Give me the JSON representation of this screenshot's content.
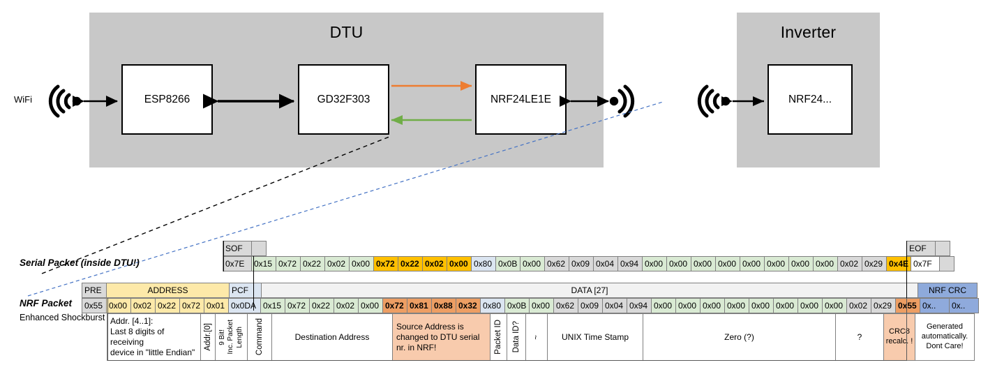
{
  "diagram": {
    "dtu": {
      "title": "DTU",
      "chips": [
        "ESP8266",
        "GD32F303",
        "NRF24LE1E"
      ],
      "wifi_label": "WiFi",
      "arrow_tx_color": "#ed7d31",
      "arrow_rx_color": "#70ad47"
    },
    "inverter": {
      "title": "Inverter",
      "chips": [
        "NRF24..."
      ]
    },
    "callout_serial_color": "#000000",
    "callout_nrf_color": "#4472c4"
  },
  "serial_packet": {
    "label": "Serial Packet (inside DTU!)",
    "header": {
      "sof": "SOF",
      "eof": "EOF"
    },
    "sof_value": "0x7E",
    "eof_value": "0x7F",
    "bytes": [
      {
        "v": "0x15",
        "c": "green",
        "b": false
      },
      {
        "v": "0x72",
        "c": "green",
        "b": false
      },
      {
        "v": "0x22",
        "c": "green",
        "b": false
      },
      {
        "v": "0x02",
        "c": "green",
        "b": false
      },
      {
        "v": "0x00",
        "c": "green",
        "b": false
      },
      {
        "v": "0x72",
        "c": "amber",
        "b": true
      },
      {
        "v": "0x22",
        "c": "amber",
        "b": true
      },
      {
        "v": "0x02",
        "c": "amber",
        "b": true
      },
      {
        "v": "0x00",
        "c": "amber",
        "b": true
      },
      {
        "v": "0x80",
        "c": "blue",
        "b": false
      },
      {
        "v": "0x0B",
        "c": "green",
        "b": false
      },
      {
        "v": "0x00",
        "c": "green",
        "b": false
      },
      {
        "v": "0x62",
        "c": "grey",
        "b": false
      },
      {
        "v": "0x09",
        "c": "grey",
        "b": false
      },
      {
        "v": "0x04",
        "c": "grey",
        "b": false
      },
      {
        "v": "0x94",
        "c": "grey",
        "b": false
      },
      {
        "v": "0x00",
        "c": "green",
        "b": false
      },
      {
        "v": "0x00",
        "c": "green",
        "b": false
      },
      {
        "v": "0x00",
        "c": "green",
        "b": false
      },
      {
        "v": "0x00",
        "c": "green",
        "b": false
      },
      {
        "v": "0x00",
        "c": "green",
        "b": false
      },
      {
        "v": "0x00",
        "c": "green",
        "b": false
      },
      {
        "v": "0x00",
        "c": "green",
        "b": false
      },
      {
        "v": "0x00",
        "c": "green",
        "b": false
      },
      {
        "v": "0x02",
        "c": "grey",
        "b": false
      },
      {
        "v": "0x29",
        "c": "grey",
        "b": false
      },
      {
        "v": "0x4E",
        "c": "amber",
        "b": true
      }
    ]
  },
  "nrf_packet": {
    "label": "NRF Packet",
    "sublabel": "Enhanced Shockburst",
    "headers": {
      "pre": "PRE",
      "address": "ADDRESS",
      "pcf": "PCF",
      "data": "DATA [27]",
      "nrf_crc": "NRF CRC"
    },
    "pre_value": "0x55",
    "address_values": [
      "0x00",
      "0x02",
      "0x22",
      "0x72",
      "0x01"
    ],
    "pcf_value": "0x0DA",
    "bytes": [
      {
        "v": "0x15",
        "c": "green",
        "b": false
      },
      {
        "v": "0x72",
        "c": "green",
        "b": false
      },
      {
        "v": "0x22",
        "c": "green",
        "b": false
      },
      {
        "v": "0x02",
        "c": "green",
        "b": false
      },
      {
        "v": "0x00",
        "c": "green",
        "b": false
      },
      {
        "v": "0x72",
        "c": "orange",
        "b": true
      },
      {
        "v": "0x81",
        "c": "orange",
        "b": true
      },
      {
        "v": "0x88",
        "c": "orange",
        "b": true
      },
      {
        "v": "0x32",
        "c": "orange",
        "b": true
      },
      {
        "v": "0x80",
        "c": "blue",
        "b": false
      },
      {
        "v": "0x0B",
        "c": "green",
        "b": false
      },
      {
        "v": "0x00",
        "c": "green",
        "b": false
      },
      {
        "v": "0x62",
        "c": "grey",
        "b": false
      },
      {
        "v": "0x09",
        "c": "grey",
        "b": false
      },
      {
        "v": "0x04",
        "c": "grey",
        "b": false
      },
      {
        "v": "0x94",
        "c": "grey",
        "b": false
      },
      {
        "v": "0x00",
        "c": "green",
        "b": false
      },
      {
        "v": "0x00",
        "c": "green",
        "b": false
      },
      {
        "v": "0x00",
        "c": "green",
        "b": false
      },
      {
        "v": "0x00",
        "c": "green",
        "b": false
      },
      {
        "v": "0x00",
        "c": "green",
        "b": false
      },
      {
        "v": "0x00",
        "c": "green",
        "b": false
      },
      {
        "v": "0x00",
        "c": "green",
        "b": false
      },
      {
        "v": "0x00",
        "c": "green",
        "b": false
      },
      {
        "v": "0x02",
        "c": "grey",
        "b": false
      },
      {
        "v": "0x29",
        "c": "grey",
        "b": false
      },
      {
        "v": "0x55",
        "c": "orange",
        "b": true
      }
    ],
    "crc_values": [
      "0x..",
      "0x.."
    ],
    "descriptions": {
      "address": "Addr. [4..1]:\nLast 8 digits of receiving\ndevice in \"little Endian\"",
      "addr0": "Addr.[0]",
      "pcf_a": "9 Bit!",
      "pcf_b": "Inc. Packet",
      "pcf_c": "Length",
      "command": "Command",
      "destination": "Destination Address",
      "source": "Source Address is changed to DTU serial nr. in NRF!",
      "packet_id": "Packet ID",
      "data_id": "Data ID?",
      "tilde": "~",
      "unix": "UNIX Time Stamp",
      "zero": "Zero (?)",
      "question": "?",
      "crc8": "CRC8 recalc. !",
      "crc_auto": "Generated automatically. Dont Care!"
    }
  }
}
